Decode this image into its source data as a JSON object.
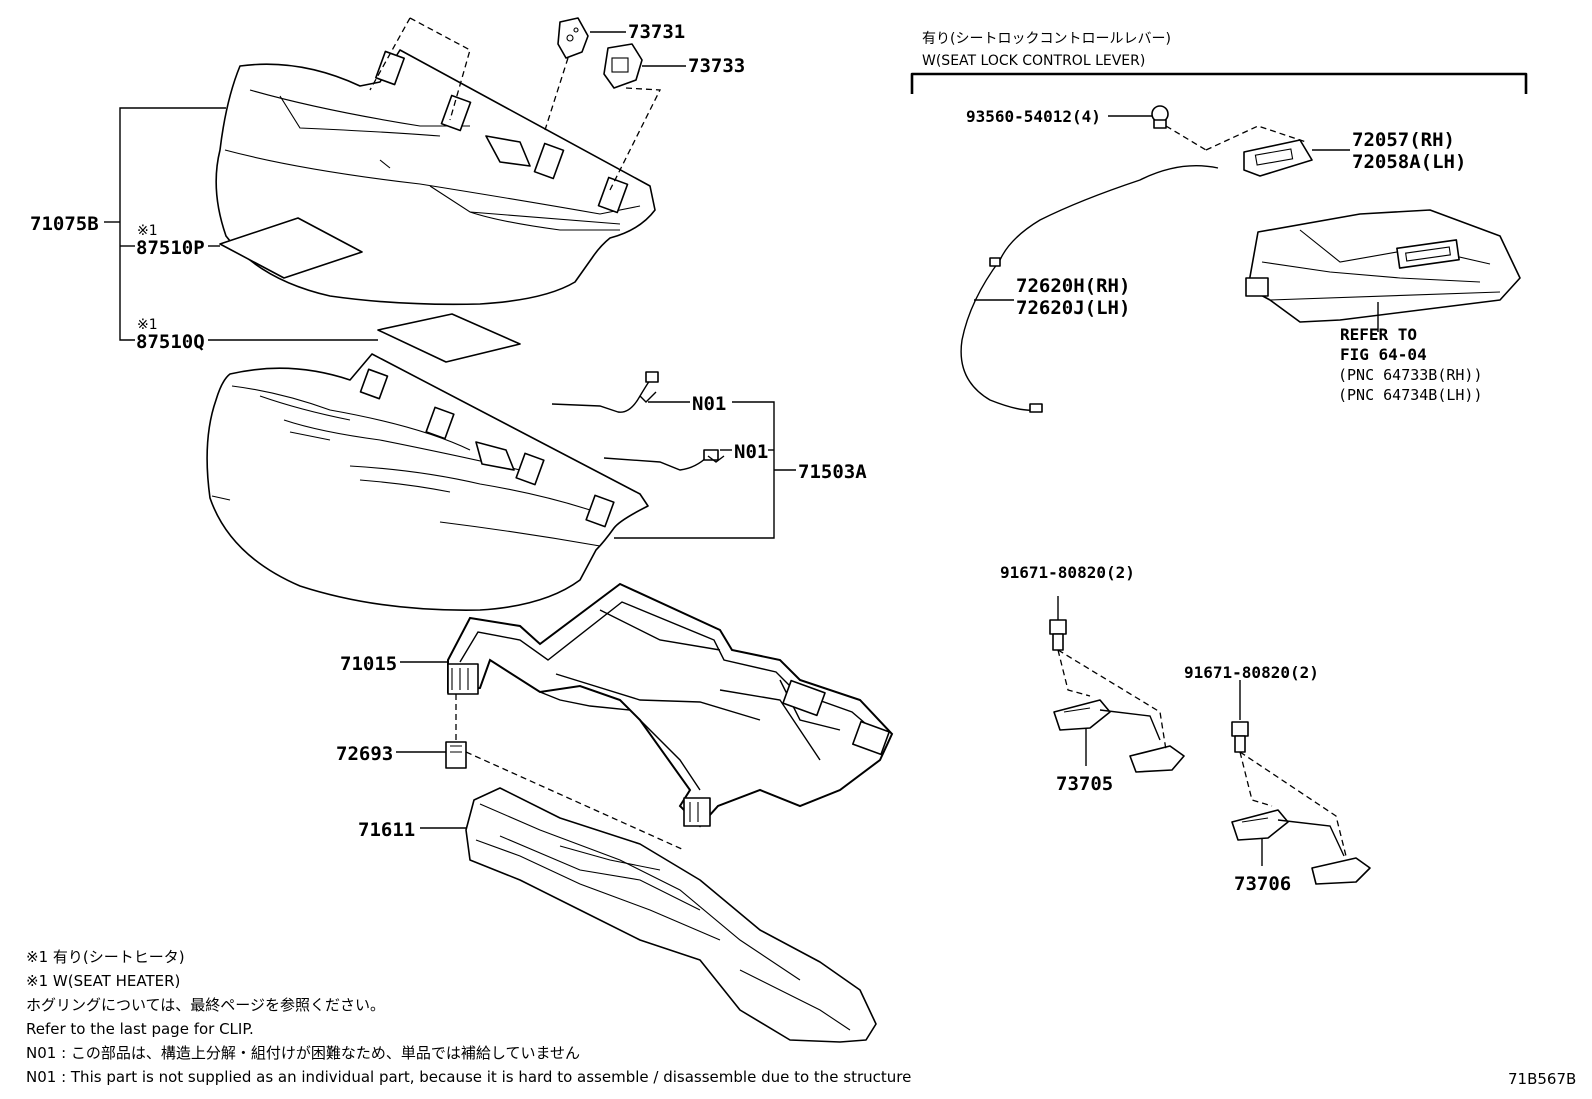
{
  "header": {
    "jp": "有り(シートロックコントロールレバー)",
    "en": "W(SEAT LOCK CONTROL LEVER)"
  },
  "parts": {
    "p71075B": "71075B",
    "note_mark_1": "※1",
    "p87510P": "87510P",
    "note_mark_2": "※1",
    "p87510Q": "87510Q",
    "p73731": "73731",
    "p73733": "73733",
    "n01_a": "N01",
    "n01_b": "N01",
    "p71503A": "71503A",
    "p71015": "71015",
    "p72693": "72693",
    "p71611": "71611",
    "p93560": "93560-54012(4)",
    "p72057": "72057(RH)",
    "p72058A": "72058A(LH)",
    "p72620H": "72620H(RH)",
    "p72620J": "72620J(LH)",
    "refer_1": "REFER TO",
    "refer_2": "FIG 64-04",
    "pnc_rh": "(PNC 64733B(RH))",
    "pnc_lh": "(PNC 64734B(LH))",
    "p91671_a": "91671-80820(2)",
    "p91671_b": "91671-80820(2)",
    "p73705": "73705",
    "p73706": "73706"
  },
  "notes": {
    "line1": "※1 有り(シートヒータ)",
    "line2": "※1 W(SEAT HEATER)",
    "line3": "ホグリングについては、最終ページを参照ください。",
    "line4": "Refer to the last page for CLIP.",
    "line5": "N01 : この部品は、構造上分解・組付けが困難なため、単品では補給していません",
    "line6": "N01 : This part is not supplied as an individual part, because it is hard to assemble / disassemble due to the structure"
  },
  "diagram_code": "71B567B"
}
